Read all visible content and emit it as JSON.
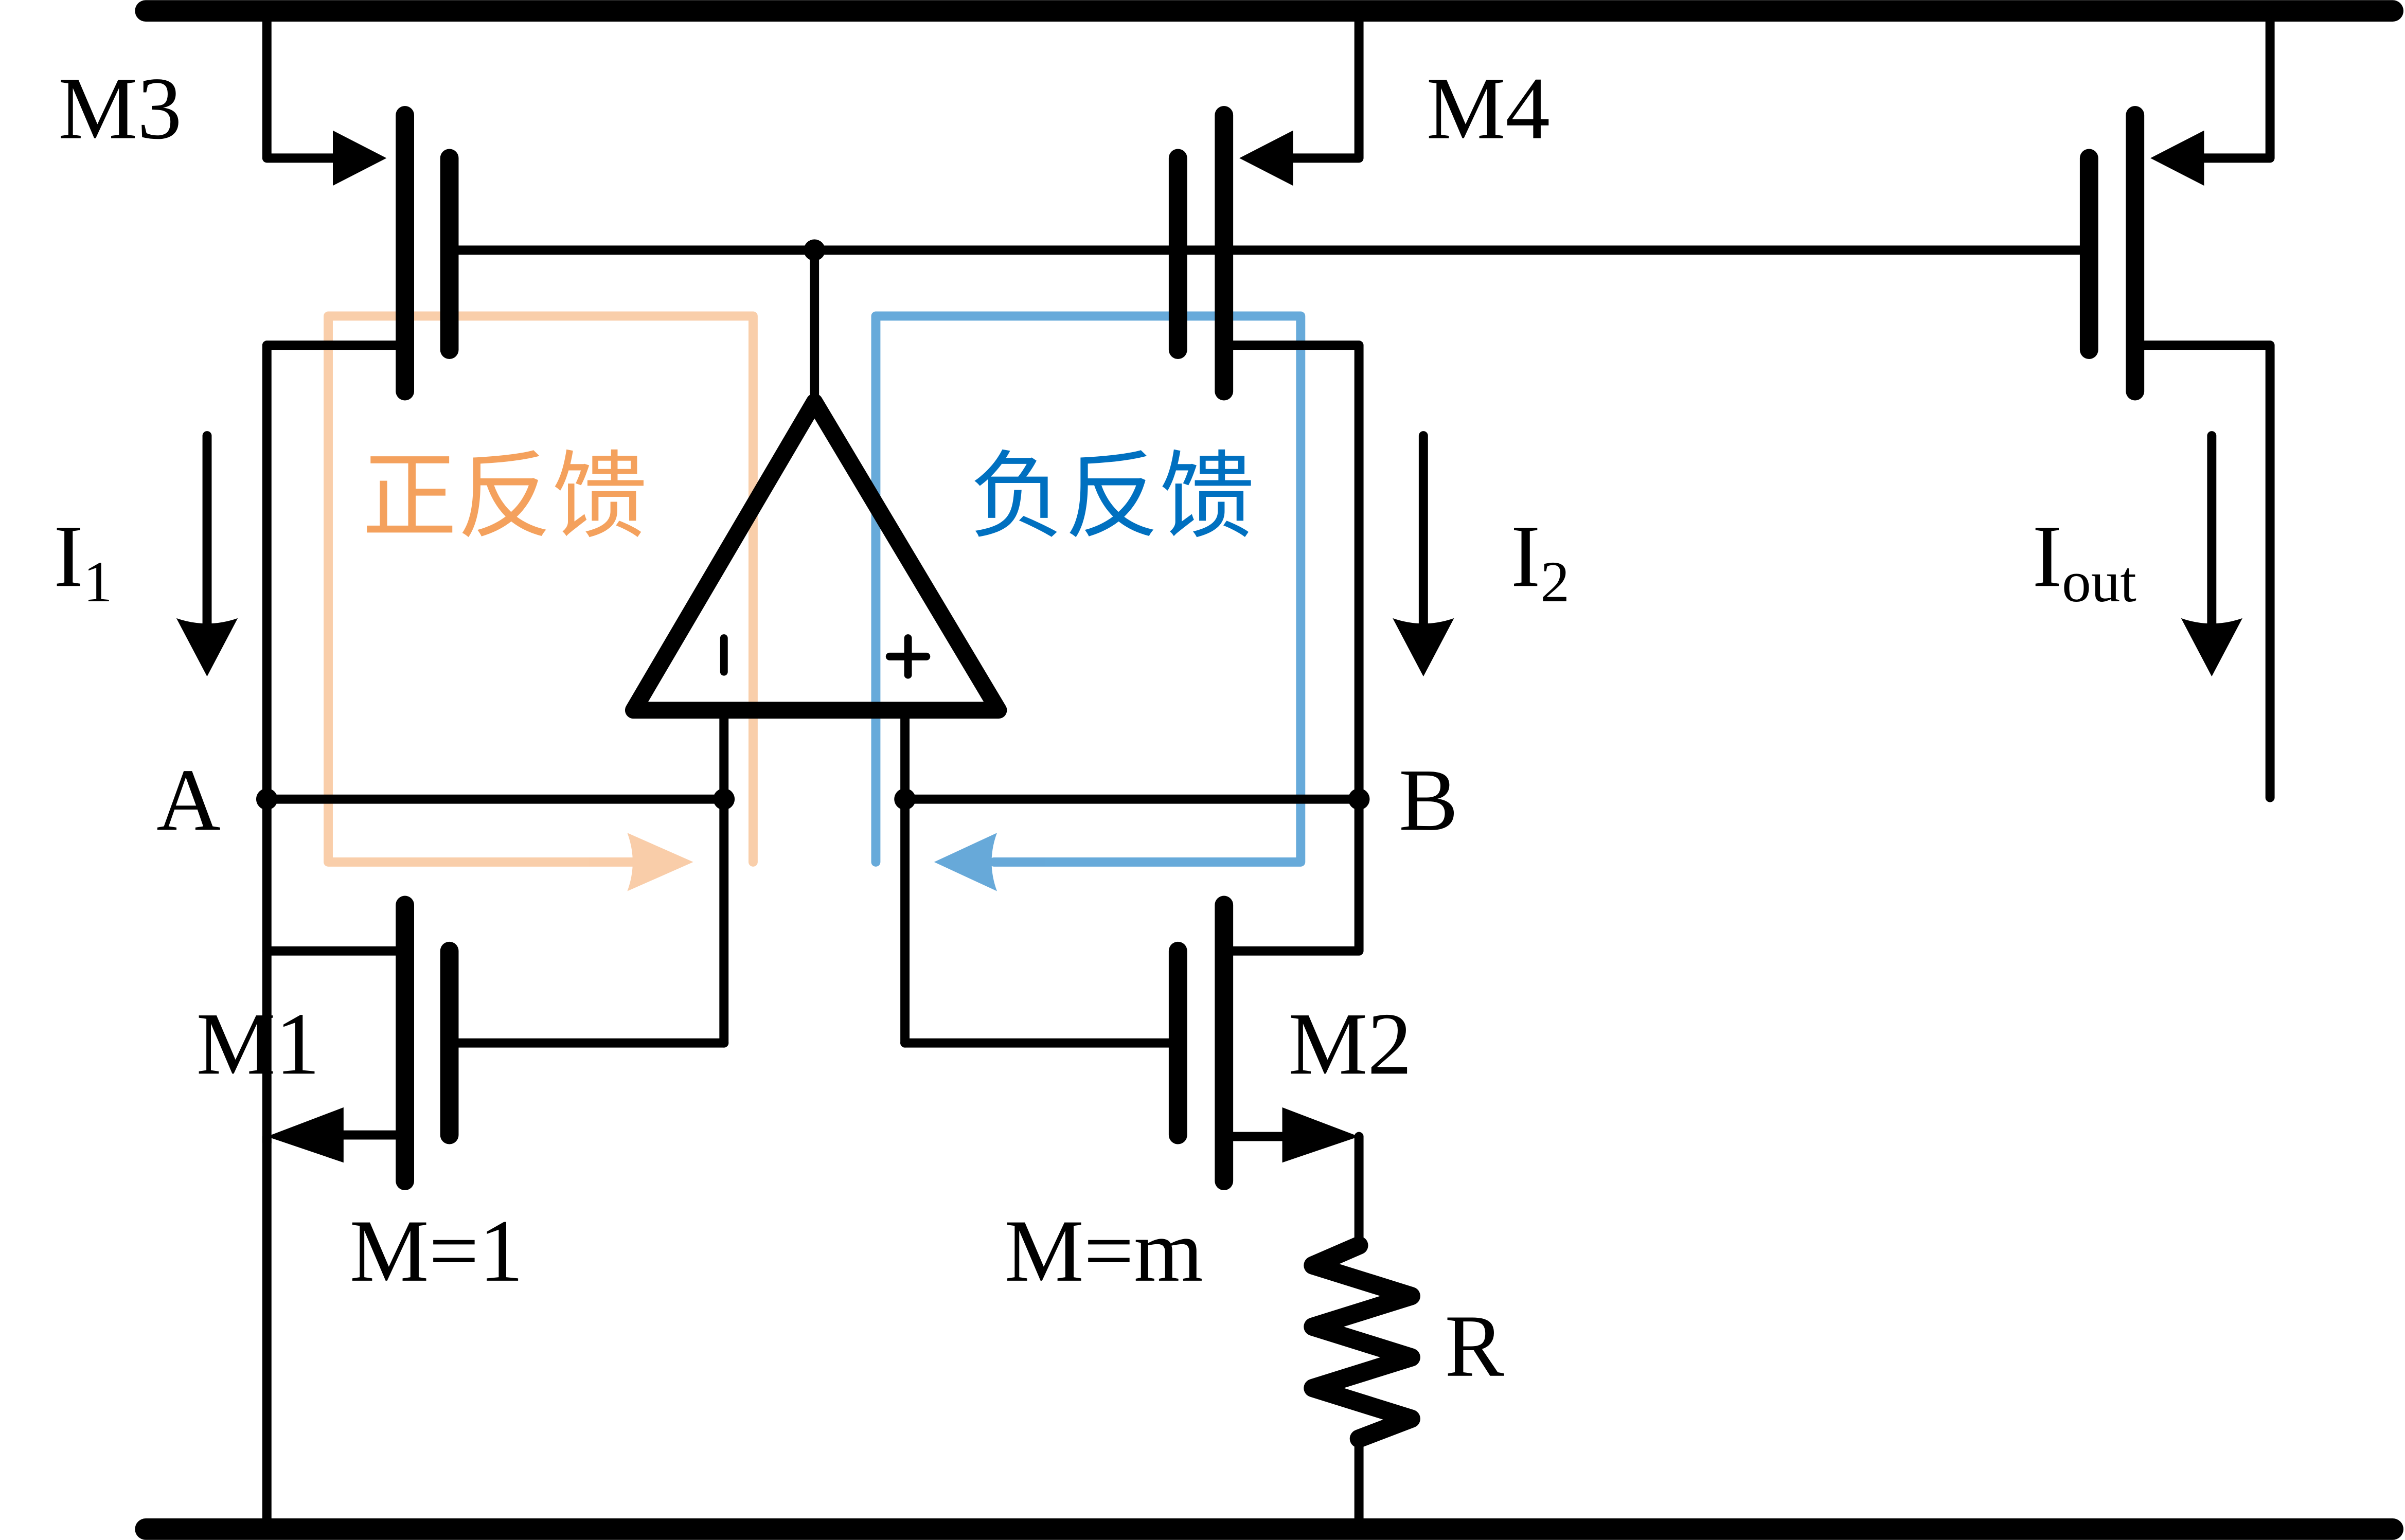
{
  "diagram": {
    "title": "Current reference circuit with positive and negative feedback loops",
    "transistors": {
      "m1": {
        "label": "M1",
        "multiplier": "M=1"
      },
      "m2": {
        "label": "M2",
        "multiplier": "M=m"
      },
      "m3": {
        "label": "M3"
      },
      "m4": {
        "label": "M4"
      }
    },
    "nodes": {
      "a": "A",
      "b": "B"
    },
    "currents": {
      "i1": {
        "main": "I",
        "sub": "1"
      },
      "i2": {
        "main": "I",
        "sub": "2"
      },
      "iout": {
        "main": "I",
        "sub": "out"
      }
    },
    "resistor": {
      "label": "R"
    },
    "opamp": {
      "minus": "-",
      "plus": "+"
    },
    "feedback": {
      "positive": {
        "label": "正反馈",
        "text_color": "#F4A15D",
        "line_color": "#F8C59B"
      },
      "negative": {
        "label": "负反馈",
        "text_color": "#0070C0",
        "line_color": "#5FA5D8"
      }
    }
  }
}
